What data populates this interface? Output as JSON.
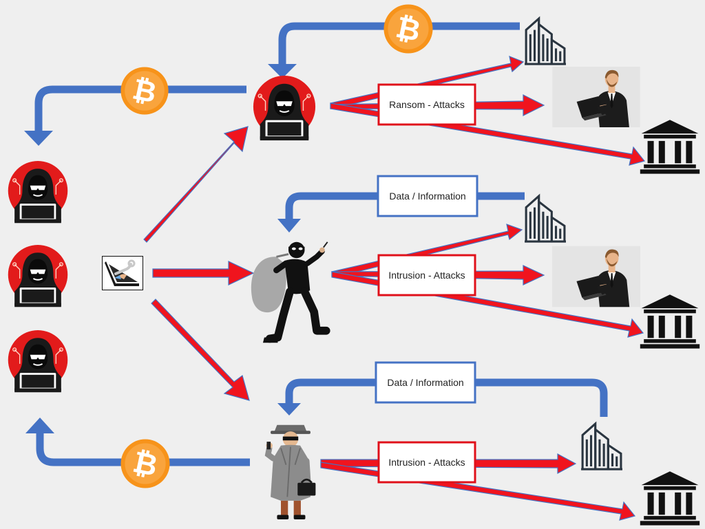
{
  "labels": {
    "ransom_attacks": "Ransom - Attacks",
    "data_information_1": "Data / Information",
    "intrusion_attacks_1": "Intrusion - Attacks",
    "data_information_2": "Data / Information",
    "intrusion_attacks_2": "Intrusion - Attacks",
    "bitcoin_symbol": "₿"
  },
  "colors": {
    "background": "#efefef",
    "red_arrow": "#f0141e",
    "blue_arrow": "#4472c4",
    "red_box_border": "#e0101a",
    "blue_box_border": "#4472c4",
    "bitcoin_orange": "#f7931a",
    "bitcoin_orange_light": "#f9a43d",
    "hacker_red": "#e21b1b",
    "dark": "#1a1a1a"
  },
  "icons": [
    "hooded-hacker-icon",
    "thief-icon",
    "spy-icon",
    "laptop-tool-icon",
    "bitcoin-icon",
    "office-building-icon",
    "businessman-laptop-icon",
    "bank-icon"
  ]
}
